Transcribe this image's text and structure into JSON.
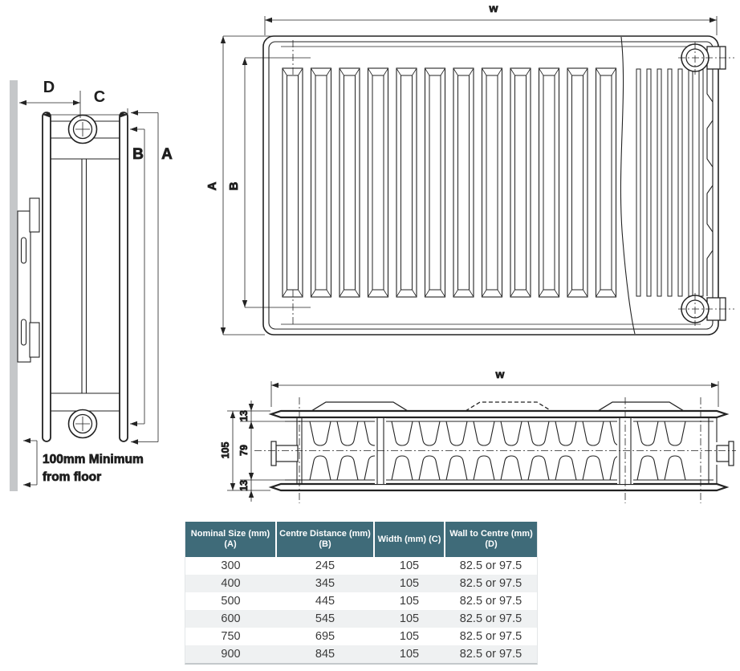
{
  "page": {
    "background": "#ffffff"
  },
  "drawing": {
    "line_color": "#232323",
    "wall_color": "#c5c7c9",
    "side_view": {
      "dim_d": "D",
      "dim_c": "C",
      "dim_b": "B",
      "dim_a": "A",
      "floor_note_line1": "100mm Minimum",
      "floor_note_line2": "from floor"
    },
    "front_view": {
      "dim_w": "w",
      "dim_a": "A",
      "dim_b": "B"
    },
    "section_view": {
      "dim_w": "w",
      "dim_overall_depth": "105",
      "dim_fin_depth": "79",
      "dim_panel_depth_top": "13",
      "dim_panel_depth_bottom": "13"
    }
  },
  "spec_table": {
    "header_bg": "#3f6b79",
    "columns": [
      "Nominal Size  (mm) (A)",
      "Centre Distance (mm) (B)",
      "Width (mm) (C)",
      "Wall to Centre (mm) (D)"
    ],
    "rows": [
      [
        "300",
        "245",
        "105",
        "82.5 or 97.5"
      ],
      [
        "400",
        "345",
        "105",
        "82.5 or 97.5"
      ],
      [
        "500",
        "445",
        "105",
        "82.5 or 97.5"
      ],
      [
        "600",
        "545",
        "105",
        "82.5 or 97.5"
      ],
      [
        "750",
        "695",
        "105",
        "82.5 or 97.5"
      ],
      [
        "900",
        "845",
        "105",
        "82.5 or 97.5"
      ]
    ]
  }
}
